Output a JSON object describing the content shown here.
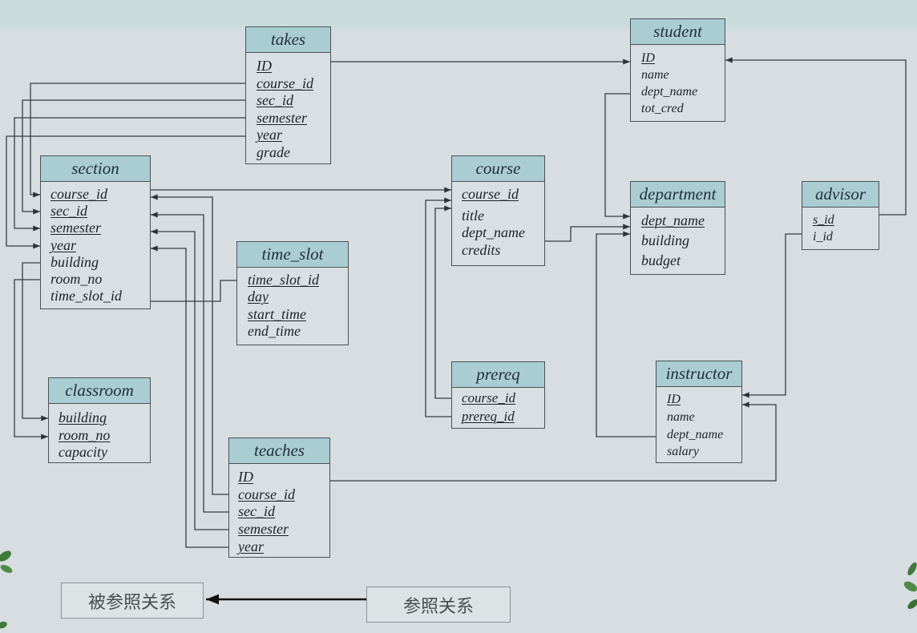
{
  "tables": {
    "takes": {
      "title": "takes",
      "attributes": [
        {
          "name": "ID",
          "key": true
        },
        {
          "name": "course_id",
          "key": true
        },
        {
          "name": "sec_id",
          "key": true
        },
        {
          "name": "semester",
          "key": true
        },
        {
          "name": "year",
          "key": true
        },
        {
          "name": "grade",
          "key": false
        }
      ]
    },
    "student": {
      "title": "student",
      "attributes": [
        {
          "name": "ID",
          "key": true
        },
        {
          "name": "name",
          "key": false
        },
        {
          "name": "dept_name",
          "key": false
        },
        {
          "name": "tot_cred",
          "key": false
        }
      ]
    },
    "section": {
      "title": "section",
      "attributes": [
        {
          "name": "course_id",
          "key": true
        },
        {
          "name": "sec_id",
          "key": true
        },
        {
          "name": "semester",
          "key": true
        },
        {
          "name": "year",
          "key": true
        },
        {
          "name": "building",
          "key": false
        },
        {
          "name": "room_no",
          "key": false
        },
        {
          "name": "time_slot_id",
          "key": false
        }
      ]
    },
    "course": {
      "title": "course",
      "attributes": [
        {
          "name": "course_id",
          "key": true
        },
        {
          "name": "title",
          "key": false
        },
        {
          "name": "dept_name",
          "key": false
        },
        {
          "name": "credits",
          "key": false
        }
      ]
    },
    "department": {
      "title": "department",
      "attributes": [
        {
          "name": "dept_name",
          "key": true
        },
        {
          "name": "building",
          "key": false
        },
        {
          "name": "budget",
          "key": false
        }
      ]
    },
    "advisor": {
      "title": "advisor",
      "attributes": [
        {
          "name": "s_id",
          "key": true
        },
        {
          "name": "i_id",
          "key": false
        }
      ]
    },
    "time_slot": {
      "title": "time_slot",
      "attributes": [
        {
          "name": "time_slot_id",
          "key": true
        },
        {
          "name": "day",
          "key": true
        },
        {
          "name": "start_time",
          "key": true
        },
        {
          "name": "end_time",
          "key": false
        }
      ]
    },
    "classroom": {
      "title": "classroom",
      "attributes": [
        {
          "name": "building",
          "key": true
        },
        {
          "name": "room_no",
          "key": true
        },
        {
          "name": "capacity",
          "key": false
        }
      ]
    },
    "prereq": {
      "title": "prereq",
      "attributes": [
        {
          "name": "course_id",
          "key": true
        },
        {
          "name": "prereq_id",
          "key": true
        }
      ]
    },
    "instructor": {
      "title": "instructor",
      "attributes": [
        {
          "name": "ID",
          "key": true
        },
        {
          "name": "name",
          "key": false
        },
        {
          "name": "dept_name",
          "key": false
        },
        {
          "name": "salary",
          "key": false
        }
      ]
    },
    "teaches": {
      "title": "teaches",
      "attributes": [
        {
          "name": "ID",
          "key": true
        },
        {
          "name": "course_id",
          "key": true
        },
        {
          "name": "sec_id",
          "key": true
        },
        {
          "name": "semester",
          "key": true
        },
        {
          "name": "year",
          "key": true
        }
      ]
    }
  },
  "legend": {
    "referenced_label": "被参照关系",
    "referencing_label": "参照关系"
  },
  "icons": {
    "decoration": "leaf-icon"
  },
  "colors": {
    "background": "#d7dde0",
    "top_band": "#c8dcdb",
    "header_fill": "#a9cdd3",
    "border": "#4c5154",
    "line": "#3a3d40"
  }
}
